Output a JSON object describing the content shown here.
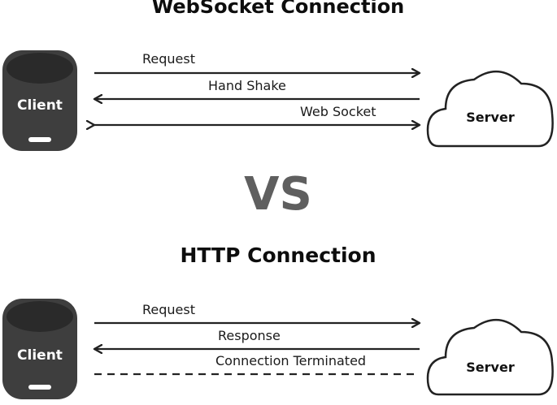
{
  "websocket": {
    "title": "WebSocket Connection",
    "client": "Client",
    "server": "Server",
    "arrows": [
      {
        "label": "Request"
      },
      {
        "label": "Hand Shake"
      },
      {
        "label": "Web Socket"
      }
    ]
  },
  "vs": "VS",
  "http": {
    "title": "HTTP Connection",
    "client": "Client",
    "server": "Server",
    "arrows": [
      {
        "label": "Request"
      },
      {
        "label": "Response"
      },
      {
        "label": "Connection Terminated"
      }
    ]
  },
  "colors": {
    "client_fill": "#3e3e3e",
    "server_stroke": "#222222",
    "arrow_stroke": "#222222",
    "vs_fill": "#5f5f5f"
  }
}
